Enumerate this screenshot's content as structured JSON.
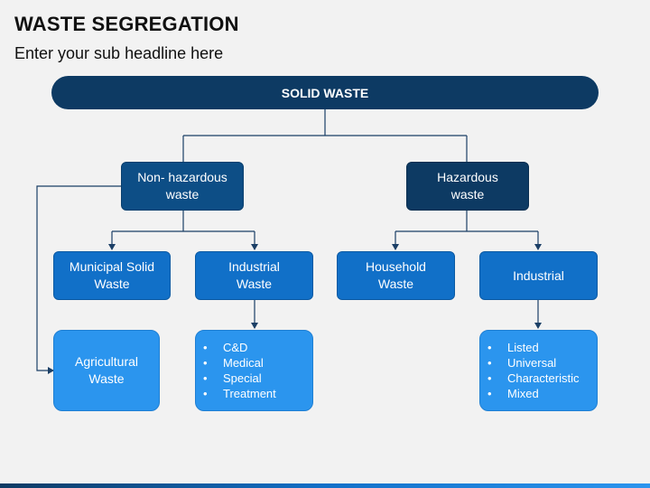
{
  "header": {
    "title": "WASTE SEGREGATION",
    "subtitle": "Enter your sub headline here"
  },
  "diagram": {
    "root": "SOLID WASTE",
    "non_hazardous": "Non- hazardous\nwaste",
    "hazardous": "Hazardous\nwaste",
    "municipal": "Municipal Solid\nWaste",
    "industrial_nh": "Industrial\nWaste",
    "household": "Household\nWaste",
    "industrial_h": "Industrial",
    "agricultural": "Agricultural\nWaste",
    "industrial_nh_items": [
      "C&D",
      "Medical",
      "Special",
      "Treatment"
    ],
    "industrial_h_items": [
      "Listed",
      "Universal",
      "Characteristic",
      "Mixed"
    ]
  },
  "colors": {
    "navy": "#0d3a63",
    "dark_blue": "#0d4e86",
    "mid_blue": "#1170c8",
    "light_blue": "#2b95ee",
    "connector": "#1b3f66"
  }
}
